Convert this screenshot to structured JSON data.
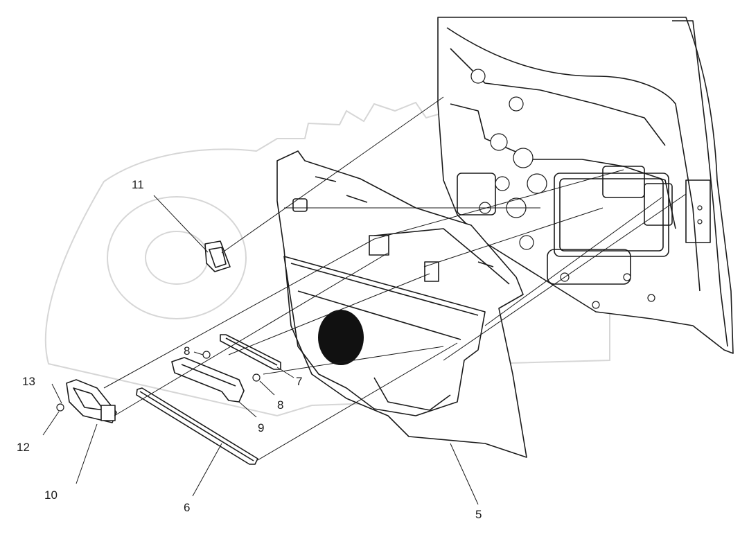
{
  "diagram": {
    "callouts": {
      "c11": "11",
      "c13": "13",
      "c12": "12",
      "c10": "10",
      "c8a": "8",
      "c8b": "8",
      "c7": "7",
      "c9": "9",
      "c6": "6",
      "c5": "5"
    },
    "colors": {
      "line": "#1a1a1a",
      "watermark": "#d6d6d6",
      "background": "#ffffff"
    }
  }
}
